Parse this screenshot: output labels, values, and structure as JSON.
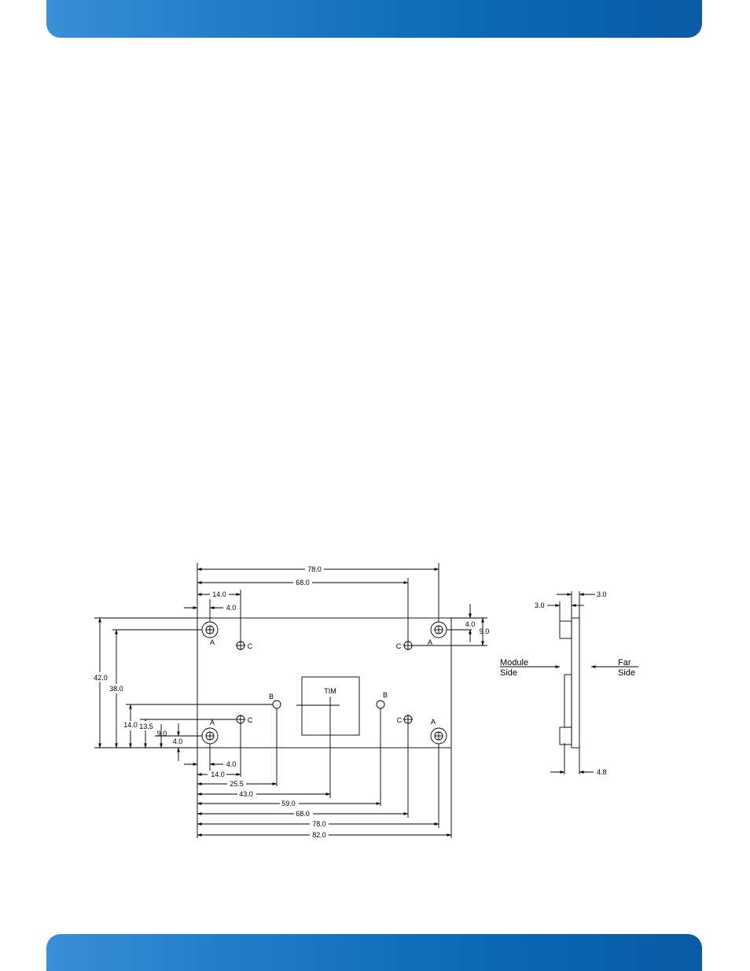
{
  "colors": {
    "band": "#0a6ab8",
    "line": "#000000"
  },
  "labels": {
    "tim": "TIM",
    "hole_a": "A",
    "hole_b": "B",
    "hole_c": "C",
    "module_side_1": "Module",
    "module_side_2": "Side",
    "far_side_1": "Far",
    "far_side_2": "Side"
  },
  "dims": {
    "top_78": "78.0",
    "top_68": "68.0",
    "top_14": "14.0",
    "top_4": "4.0",
    "right_4": "4.0",
    "right_9": "9.0",
    "left_42": "42.0",
    "left_38": "38.0",
    "left_14": "14.0",
    "left_13_5": "13.5",
    "left_9": "9.0",
    "left_4": "4.0",
    "bot_4": "4.0",
    "bot_14": "14.0",
    "bot_25_5": "25.5",
    "bot_43": "43.0",
    "bot_59": "59.0",
    "bot_68": "68.0",
    "bot_78": "78.0",
    "bot_82": "82.0",
    "side_3_top": "3.0",
    "side_3_left": "3.0",
    "side_4_8": "4.8"
  }
}
